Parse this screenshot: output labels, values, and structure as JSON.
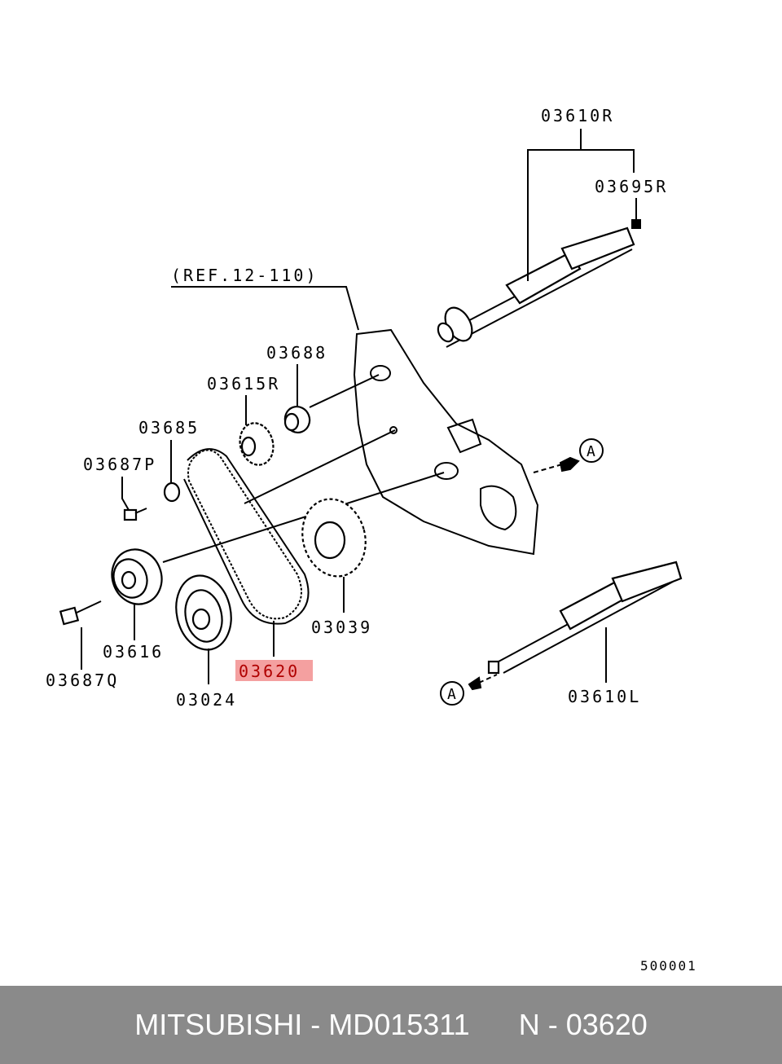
{
  "diagram": {
    "reference_label": "(REF.12-110)",
    "parts": {
      "p03610R": "03610R",
      "p03695R": "03695R",
      "p03688": "03688",
      "p03615R": "03615R",
      "p03685": "03685",
      "p03687P": "03687P",
      "p03616": "03616",
      "p03687Q": "03687Q",
      "p03024": "03024",
      "p03620": "03620",
      "p03039": "03039",
      "p03610L": "03610L"
    },
    "circle_marker": "A",
    "drawing_code": "500001",
    "highlight_color": "#f4a0a0"
  },
  "footer": {
    "brand": "MITSUBISHI",
    "separator": " - ",
    "part_number": "MD015311",
    "spacer": "      ",
    "ref_prefix": "N",
    "ref_separator": " - ",
    "ref_number": "03620",
    "background": "#8a8a8a"
  }
}
